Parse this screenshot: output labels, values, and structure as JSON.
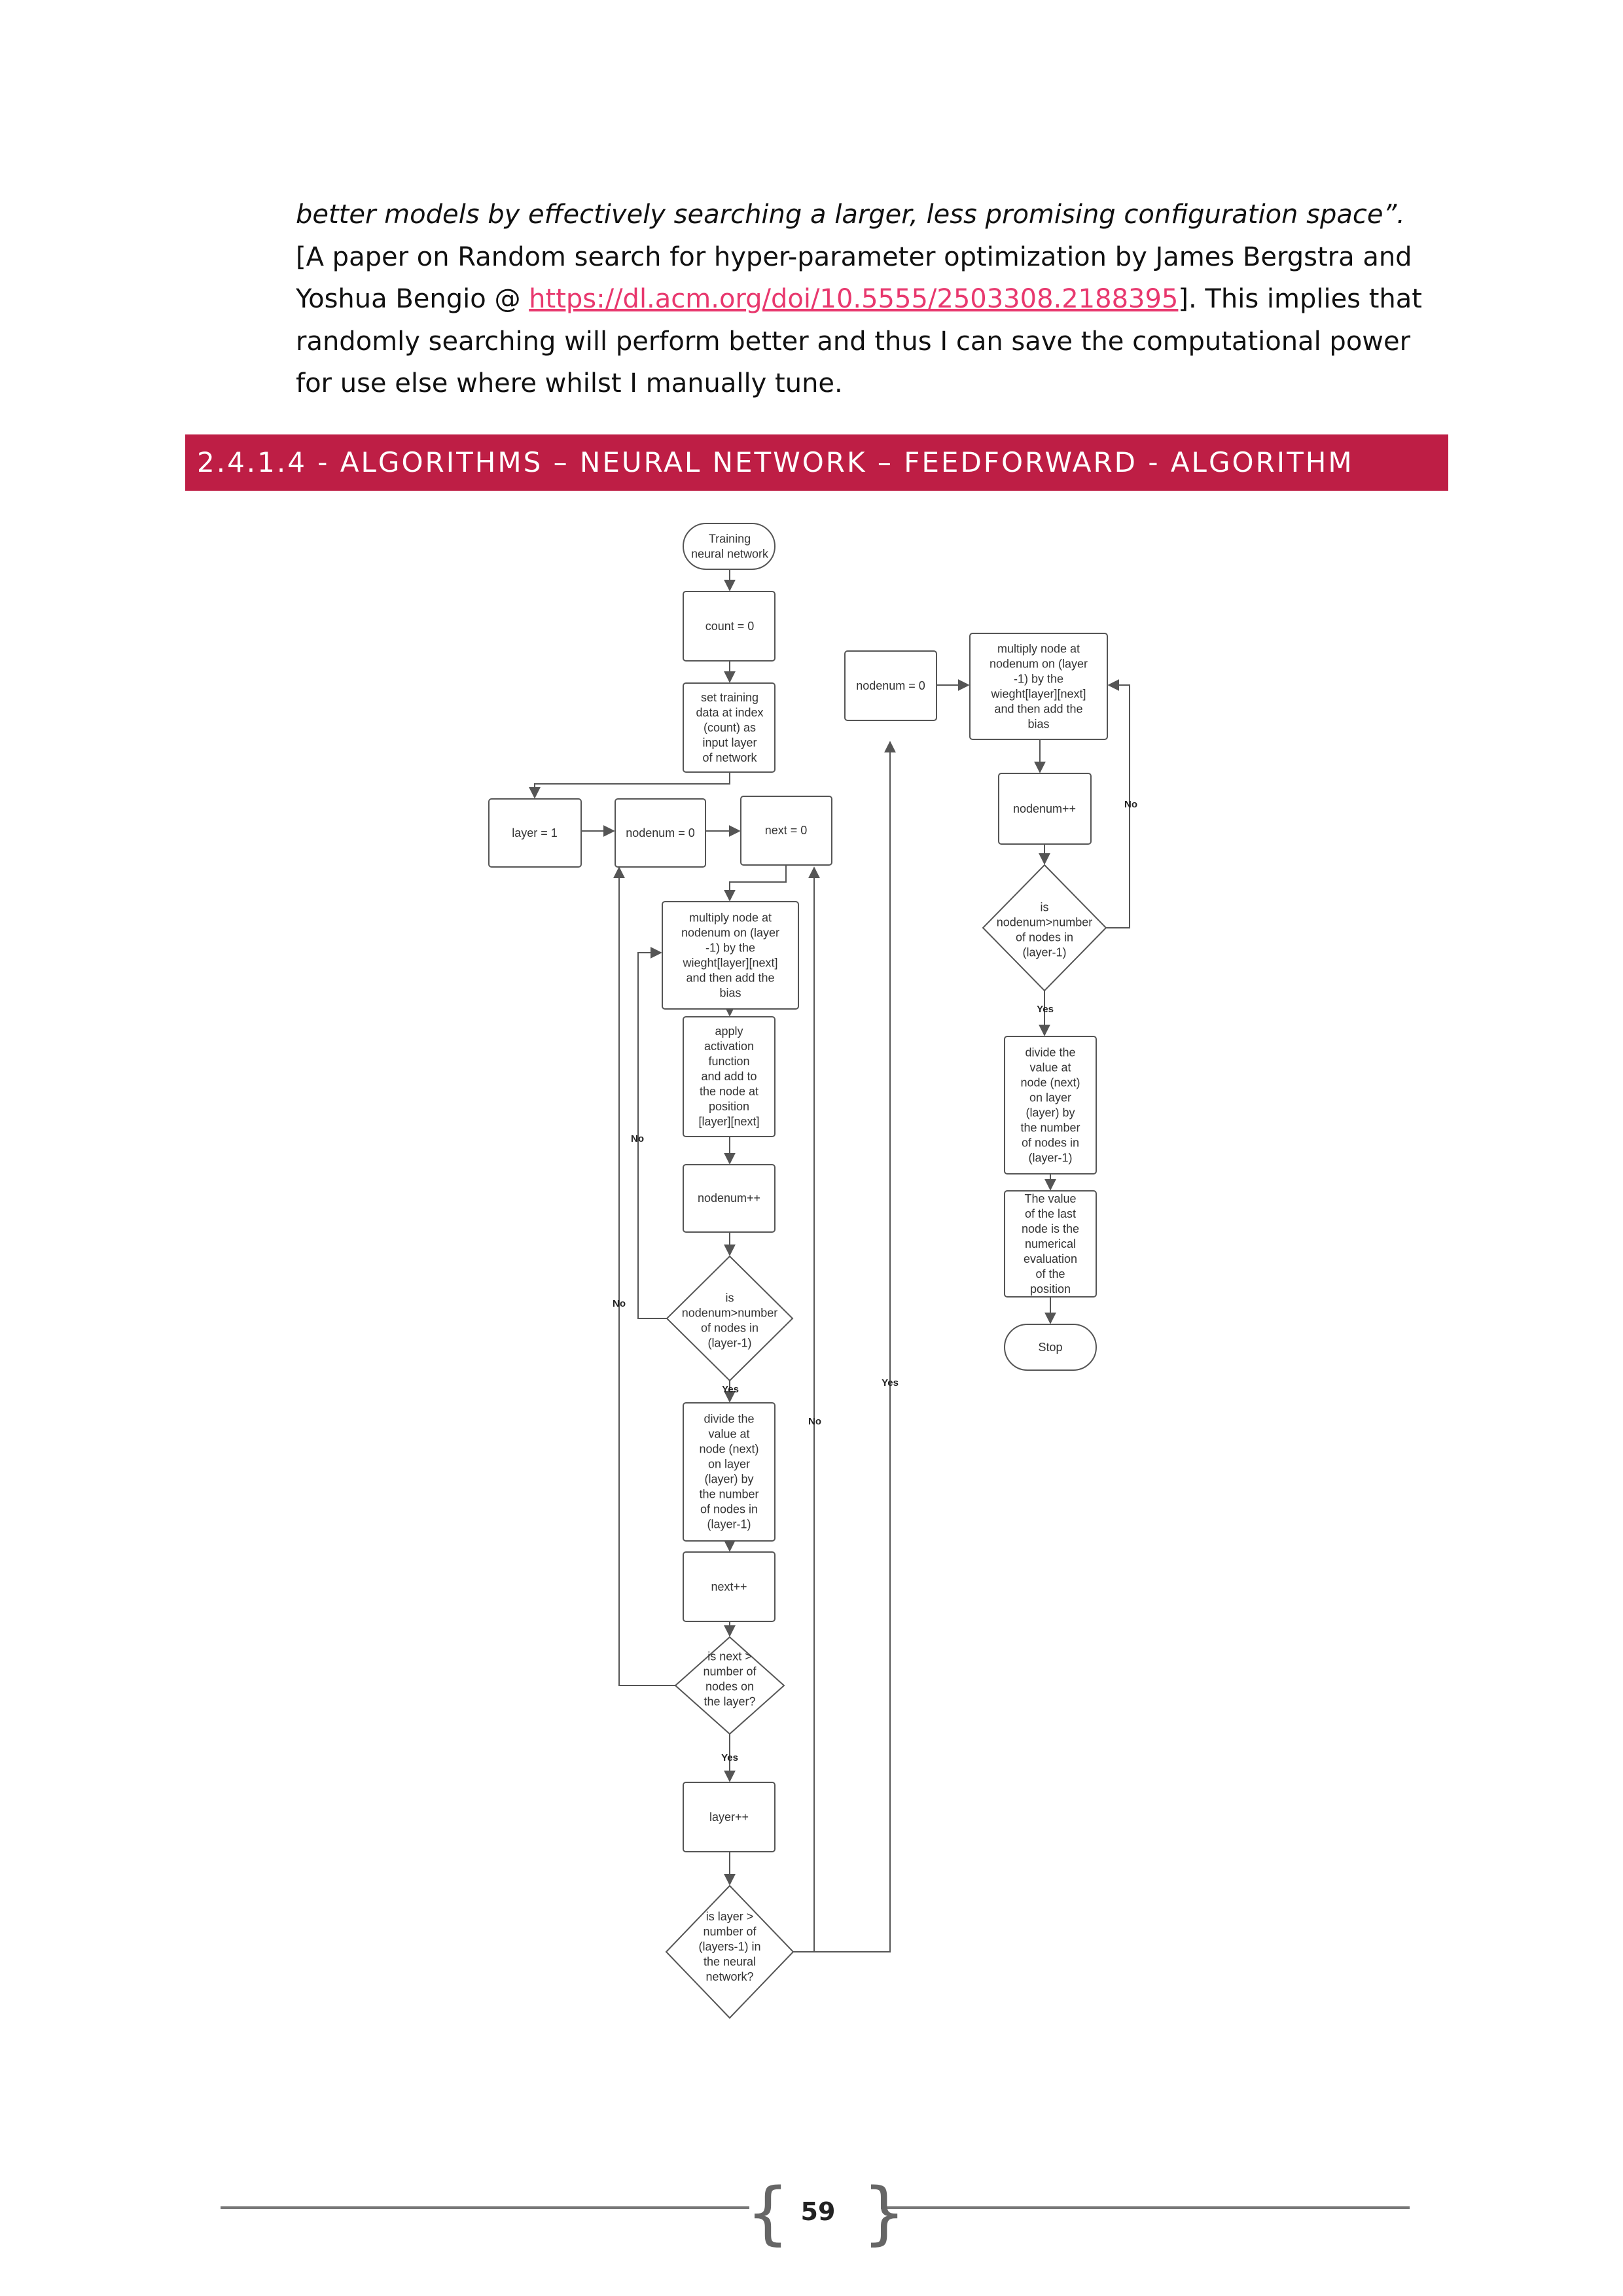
{
  "paragraph": {
    "quote": "better models by effectively searching a larger, less promising configuration space”.",
    "text_a": " [A paper on Random search for hyper-parameter optimization by James Bergstra and Yoshua Bengio @ ",
    "link": "https://dl.acm.org/doi/10.5555/2503308.2188395",
    "text_b": "]. This implies that randomly searching will perform better and thus I can save the computational power for use else where whilst I manually tune."
  },
  "heading": "2.4.1.4 - ALGORITHMS – NEURAL NETWORK – FEEDFORWARD - ALGORITHM",
  "flowchart": {
    "start": "Training neural network",
    "count": "count = 0",
    "set_training": "set training data at index (count) as input layer of network",
    "layer_init": "layer = 1",
    "nodenum_init": "nodenum = 0",
    "next_init": "next = 0",
    "multiply": "multiply node at nodenum on (layer -1) by the wieght[layer][next] and then add the bias",
    "activation": "apply activation function and add to the node at position [layer][next]",
    "nodenum_inc": "nodenum++",
    "is_nodenum": "is nodenum>number of nodes in (layer-1)",
    "divide": "divide the value at node (next) on layer (layer) by the number of nodes in (layer-1)",
    "next_inc": "next++",
    "is_next": "is next > number of nodes on the layer?",
    "layer_inc": "layer++",
    "is_layer": "is layer > number of (layers-1) in the neural network?",
    "r_nodenum_init": "nodenum = 0",
    "r_multiply": "multiply node at nodenum on (layer -1) by the wieght[layer][next] and then add the bias",
    "r_nodenum_inc": "nodenum++",
    "r_is_nodenum": "is nodenum>number of nodes in (layer-1)",
    "r_divide": "divide the value at node (next) on layer (layer) by the number of nodes in (layer-1)",
    "r_value": "The value of the last node is the numerical evaluation of the position",
    "stop": "Stop",
    "yes": "Yes",
    "no": "No"
  },
  "footer": {
    "page_number": "59"
  }
}
